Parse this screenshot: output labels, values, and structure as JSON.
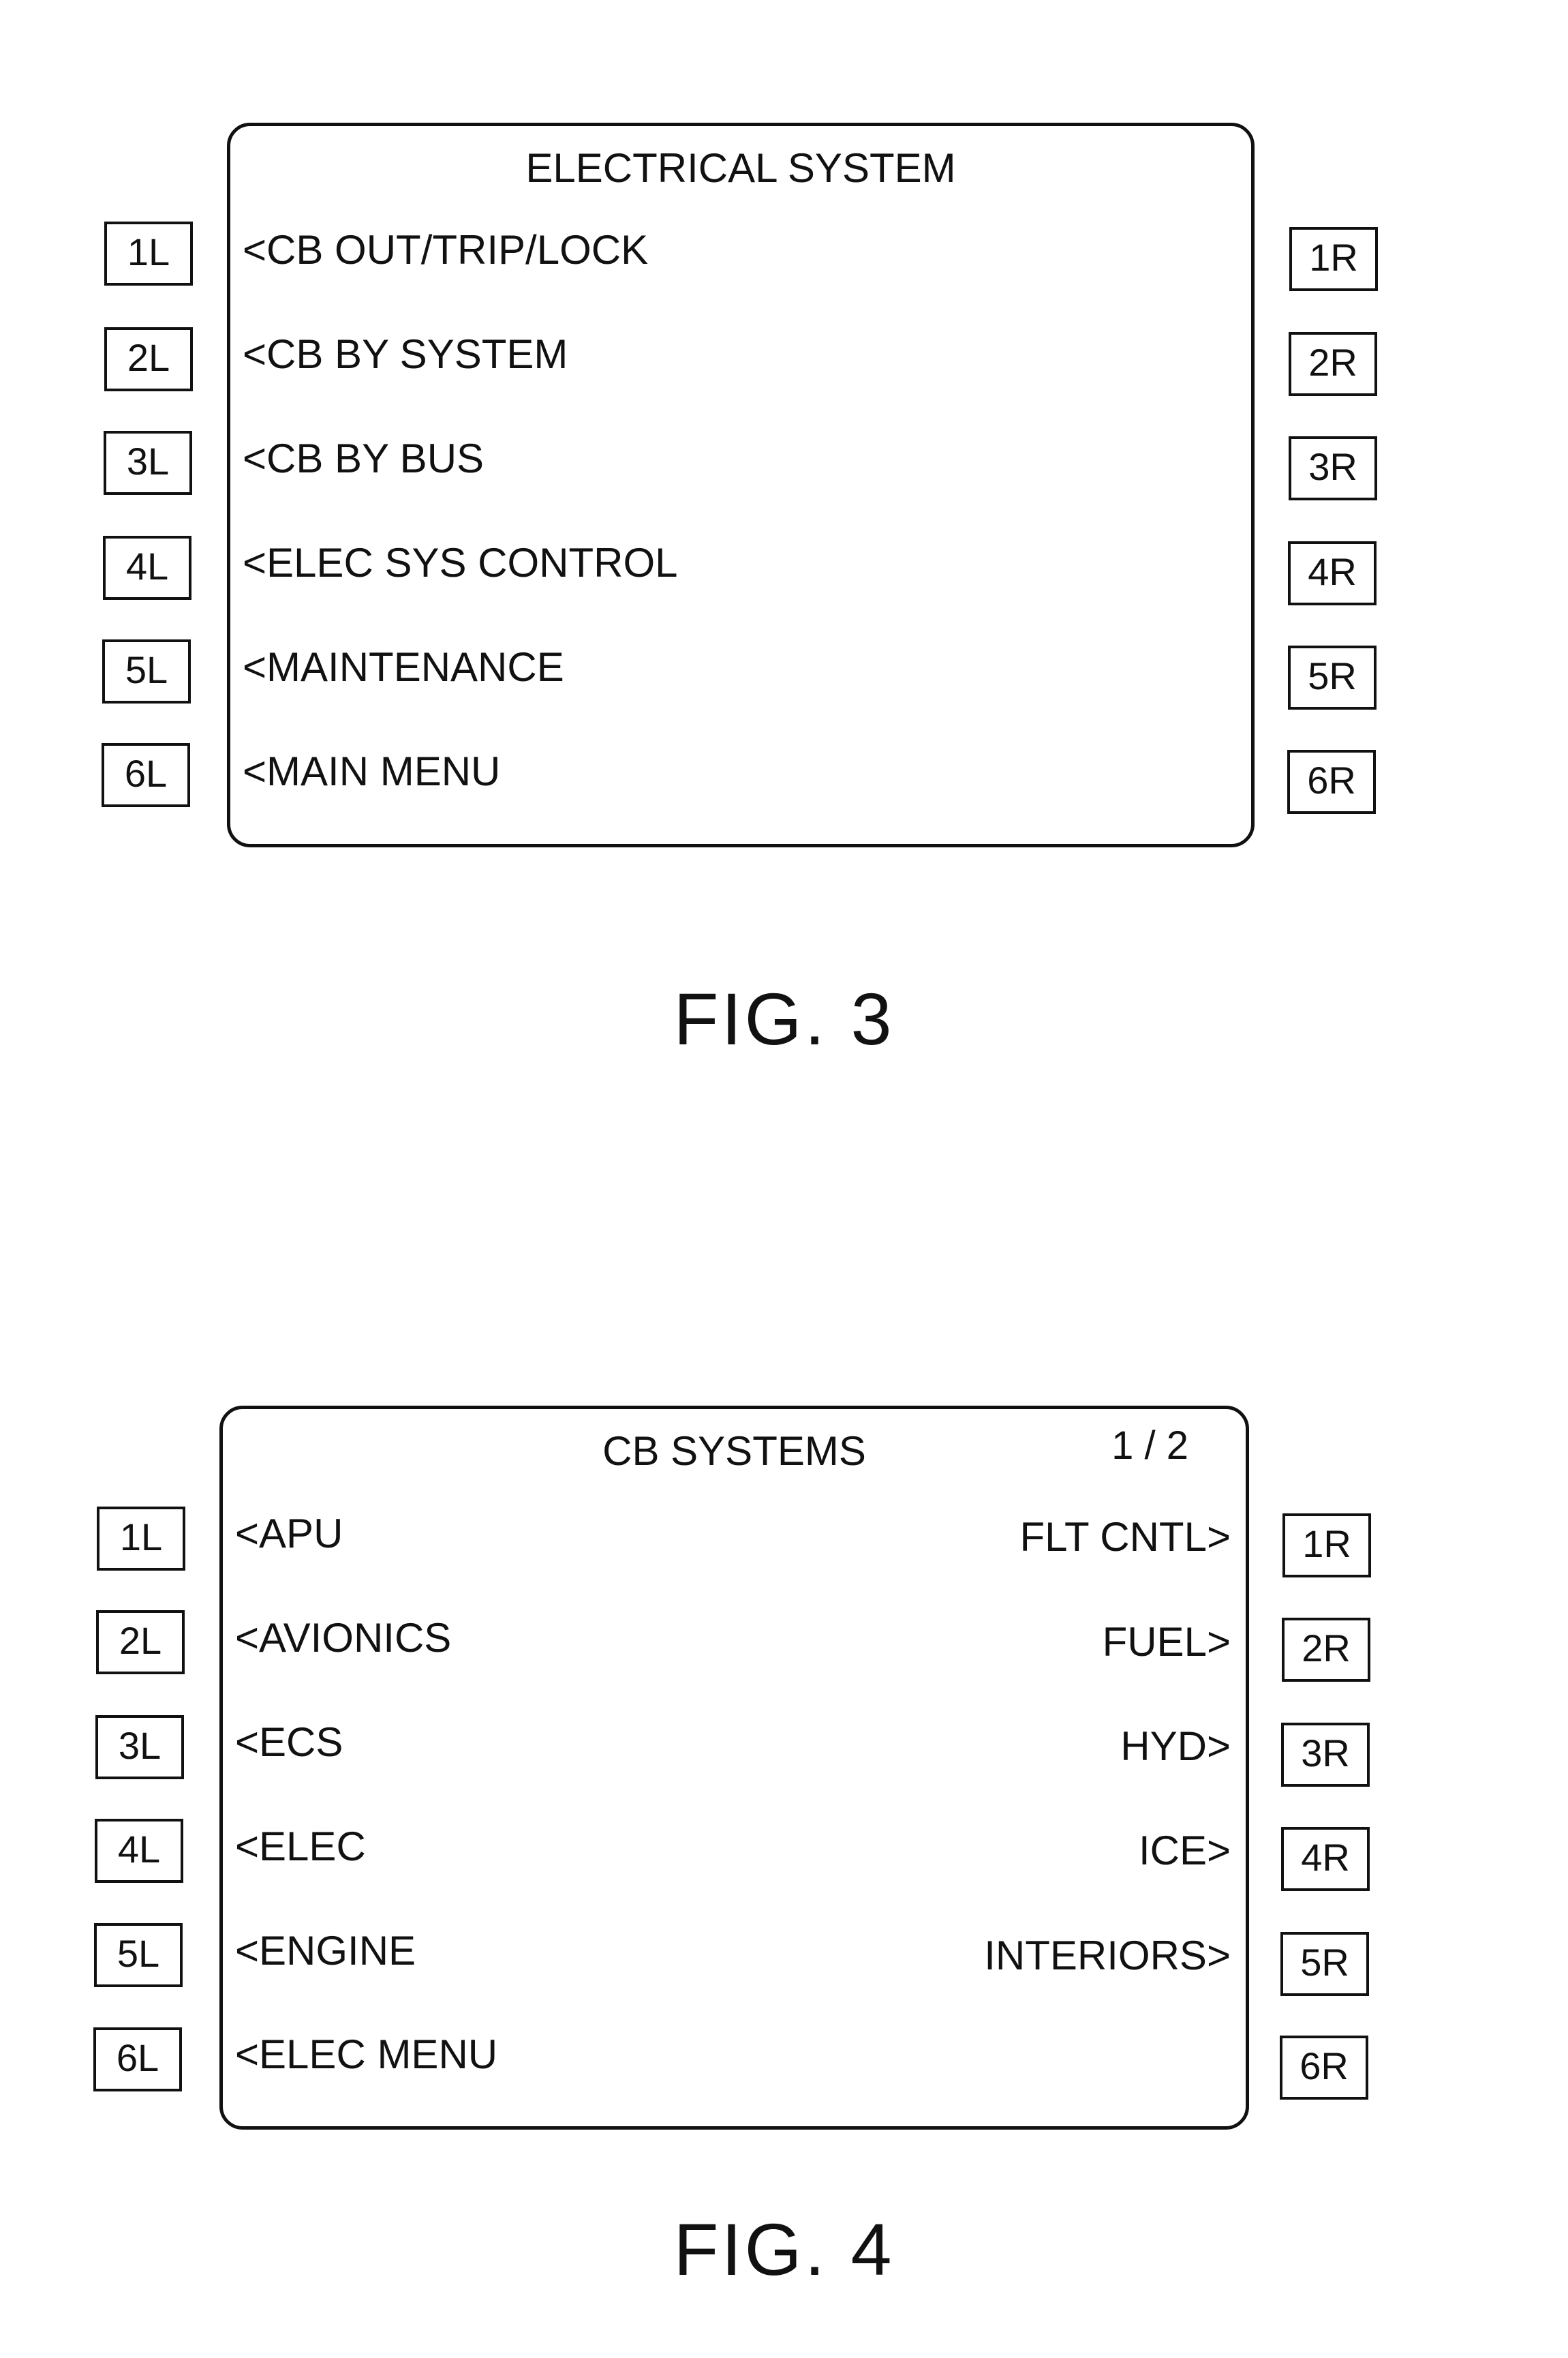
{
  "fig3": {
    "title": "ELECTRICAL SYSTEM",
    "left_items": [
      "<CB OUT/TRIP/LOCK",
      "<CB BY SYSTEM",
      "<CB BY BUS",
      "<ELEC SYS CONTROL",
      "<MAINTENANCE",
      "<MAIN MENU"
    ],
    "left_keys": [
      "1L",
      "2L",
      "3L",
      "4L",
      "5L",
      "6L"
    ],
    "right_keys": [
      "1R",
      "2R",
      "3R",
      "4R",
      "5R",
      "6R"
    ],
    "caption": "FIG.  3"
  },
  "fig4": {
    "title": "CB SYSTEMS",
    "page_indicator": "1 / 2",
    "left_items": [
      "<APU",
      "<AVIONICS",
      "<ECS",
      "<ELEC",
      "<ENGINE",
      "<ELEC MENU"
    ],
    "right_items": [
      "FLT CNTL>",
      "FUEL>",
      "HYD>",
      "ICE>",
      "INTERIORS>"
    ],
    "left_keys": [
      "1L",
      "2L",
      "3L",
      "4L",
      "5L",
      "6L"
    ],
    "right_keys": [
      "1R",
      "2R",
      "3R",
      "4R",
      "5R",
      "6R"
    ],
    "caption": "FIG.  4"
  }
}
